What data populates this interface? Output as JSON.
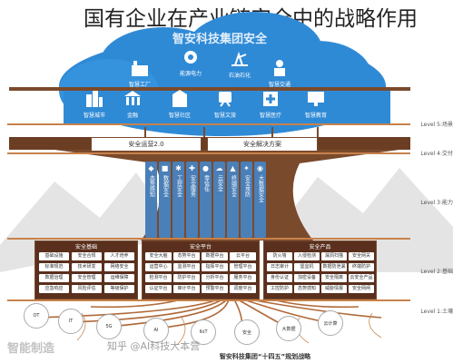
{
  "title": "国有企业在产业链安全中的战略作用",
  "cloud": {
    "label": "智安科技集团安全",
    "icons": [
      {
        "name": "building-icon",
        "label": ""
      },
      {
        "name": "user-shield-icon",
        "label": "智慧工厂"
      },
      {
        "name": "factory-icon",
        "label": "能源电力"
      },
      {
        "name": "oil-pump-icon",
        "label": "石油石化"
      },
      {
        "name": "worker-icon",
        "label": "智慧交通"
      },
      {
        "name": "city-icon",
        "label": "智慧城市"
      },
      {
        "name": "bank-icon",
        "label": "金融"
      },
      {
        "name": "gov-icon",
        "label": "智慧社区"
      },
      {
        "name": "rail-icon",
        "label": "智慧文旅"
      },
      {
        "name": "hospital-icon",
        "label": "智慧医疗"
      },
      {
        "name": "screen-icon",
        "label": "智慧教育"
      },
      {
        "name": "community-icon",
        "label": ""
      }
    ]
  },
  "levels": {
    "l5": "Level 5:场景",
    "l4": "Level 4:交付",
    "l3": "Level 3:能力",
    "l2": "Level 2:基础",
    "l1": "Level 1:土壤"
  },
  "trunk": {
    "left": "安全运营2.0",
    "right": "安全解决方案"
  },
  "pillars": [
    "态势感知",
    "数据安全",
    "工控安全",
    "安全服务",
    "零信任",
    "云安全",
    "终端安全",
    "安全攻防",
    "大数据安全"
  ],
  "panels": {
    "left": {
      "title": "安全基础",
      "cells": [
        "基础设施",
        "安全合规",
        "人才培养",
        "标准规范",
        "技术研发",
        "网络安全",
        "数据治理",
        "安全管理",
        "运维保障",
        "应急响应",
        "风险评估",
        "等级保护"
      ]
    },
    "center": {
      "title": "安全平台",
      "cells": [
        "安全大脑",
        "态势平台",
        "数据中台",
        "云平台",
        "运营中心",
        "监测平台",
        "指挥平台",
        "管理平台",
        "检测平台",
        "防护平台",
        "分析平台",
        "服务平台",
        "认证平台",
        "审计平台",
        "预警平台",
        "调度平台"
      ]
    },
    "right": {
      "title": "安全产品",
      "cells": [
        "防火墙",
        "入侵检测",
        "漏洞扫描",
        "安全网关",
        "日志审计",
        "堡垒机",
        "数据防泄漏",
        "终端防护",
        "身份认证",
        "加密设备",
        "安全隔离",
        "云安全产品",
        "工控防护",
        "态势感知",
        "威胁情报",
        "安全网闸"
      ]
    }
  },
  "roots": [
    "OT",
    "IT",
    "5G",
    "AI",
    "IIoT",
    "安全",
    "大数据",
    "云计算"
  ],
  "bottom_banner": "智安科技集团“十四五”规划战略",
  "watermarks": {
    "left": "智能制造",
    "zhihu": "知乎 @AI科技大本营"
  }
}
